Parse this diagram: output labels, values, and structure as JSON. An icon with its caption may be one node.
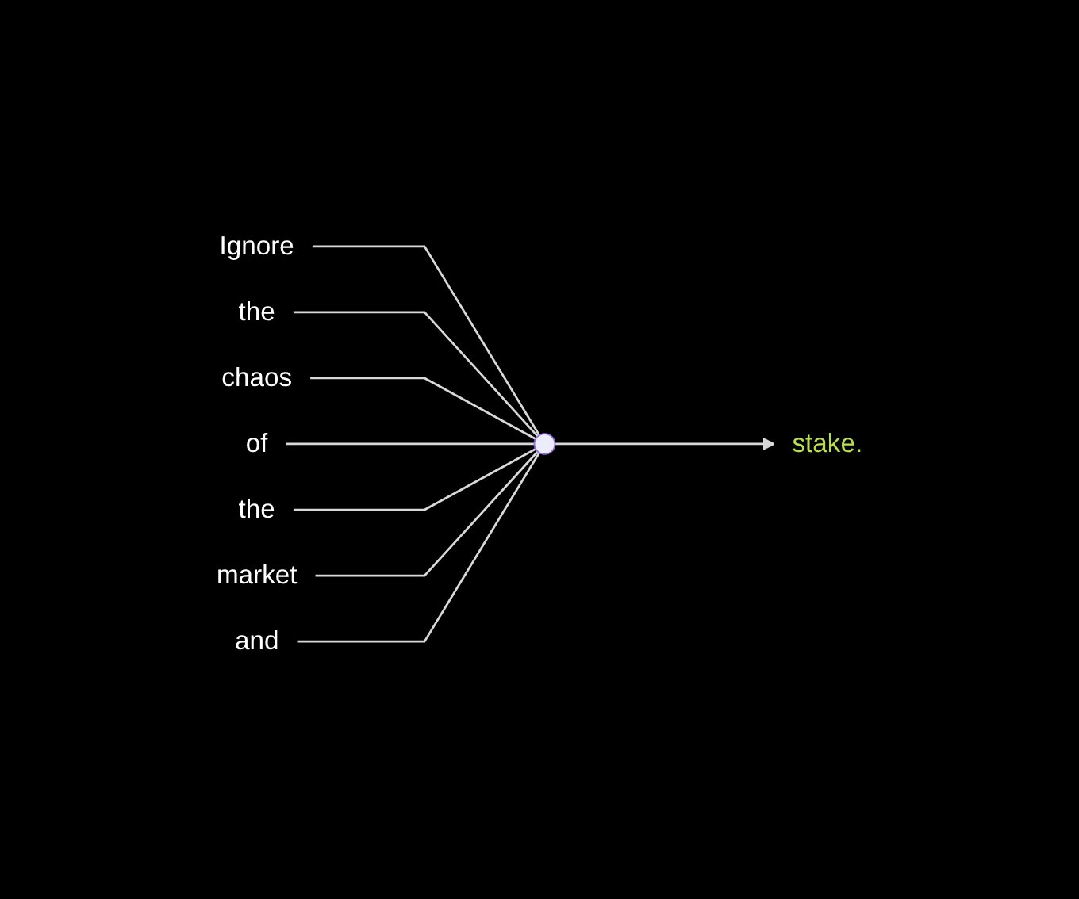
{
  "diagram": {
    "nodes": [
      {
        "text": [
          "Ignore"
        ]
      },
      {
        "text": [
          "the"
        ]
      },
      {
        "text": [
          "chaos"
        ]
      },
      {
        "text": [
          "of"
        ]
      },
      {
        "text": [
          "the"
        ]
      },
      {
        "text": [
          "market"
        ]
      },
      {
        "text": [
          "and"
        ]
      },
      {
        "text": [],
        "shape": "circle"
      },
      {
        "text": [
          "stake."
        ]
      }
    ],
    "edges": [
      {
        "from": 0,
        "to": 7,
        "arrow": "none"
      },
      {
        "from": 1,
        "to": 7,
        "arrow": "none"
      },
      {
        "from": 2,
        "to": 7,
        "arrow": "none"
      },
      {
        "from": 3,
        "to": 7,
        "arrow": "none"
      },
      {
        "from": 4,
        "to": 7,
        "arrow": "none"
      },
      {
        "from": 5,
        "to": 7,
        "arrow": "none"
      },
      {
        "from": 6,
        "to": 7,
        "arrow": "none"
      },
      {
        "from": 7,
        "to": 8,
        "arrow": "to"
      }
    ]
  }
}
